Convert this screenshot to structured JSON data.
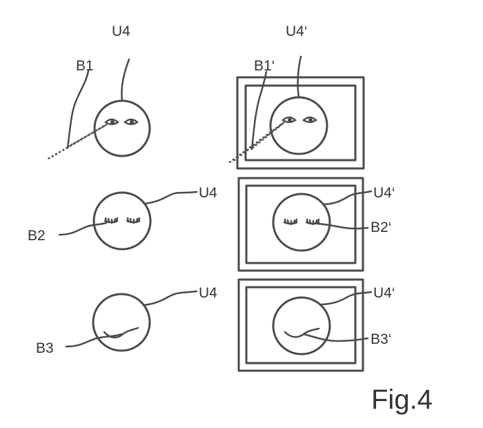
{
  "labels": {
    "u4_top": "U4",
    "b1": "B1",
    "u4p_top": "U4‘",
    "b1p": "B1‘",
    "u4_mid": "U4",
    "b2": "B2",
    "u4p_mid": "U4‘",
    "b2p": "B2‘",
    "u4_bot": "U4",
    "b3": "B3",
    "u4p_bot": "U4‘",
    "b3p": "B3‘"
  },
  "figure_caption": "Fig.4"
}
